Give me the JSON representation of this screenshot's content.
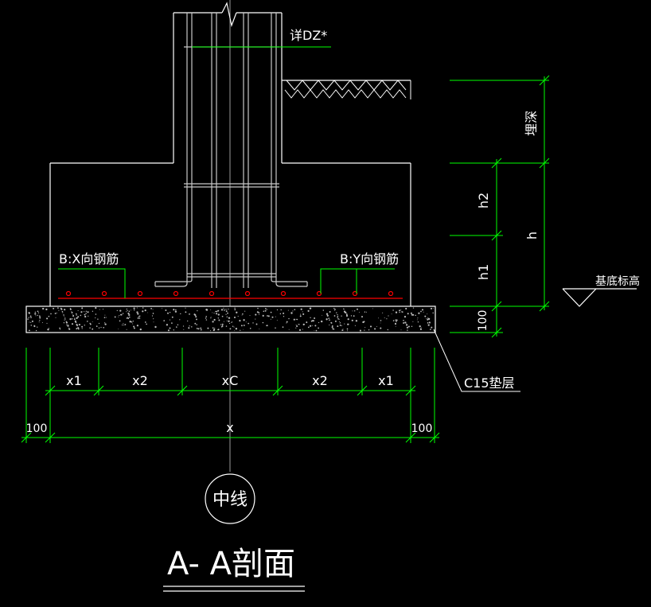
{
  "labels": {
    "column_ref": "详DZ*",
    "rebar_x": "B:X向钢筋",
    "rebar_y": "B:Y向钢筋",
    "cushion": "C15垫层",
    "base_elev": "基底标高",
    "depth": "埋深",
    "h2": "h2",
    "h1": "h1",
    "h": "h",
    "cushion_thk": "100",
    "x1_left": "x1",
    "x2_left": "x2",
    "xc": "xC",
    "x2_right": "x2",
    "x1_right": "x1",
    "ext_left": "100",
    "total_x": "x",
    "ext_right": "100",
    "centerline": "中线",
    "title": "A- A剖面"
  },
  "colors": {
    "background": "#000000",
    "outline": "#ffffff",
    "dimension": "#00ff00",
    "bottom_rebar": "#ff0000",
    "column_rebar": "#c8c8c8"
  }
}
